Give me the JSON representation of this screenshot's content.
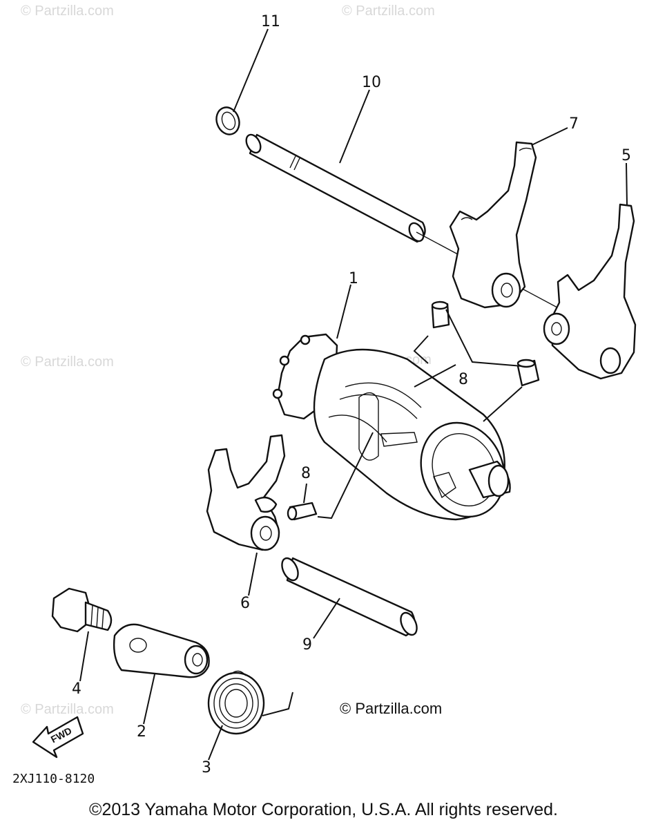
{
  "watermarks": [
    "© Partzilla.com",
    "© Partzilla.com",
    "© Partzilla.com",
    "© Partzilla.com",
    "© Partzilla.com",
    "© Partzilla.com"
  ],
  "callouts": {
    "n1": "1",
    "n2": "2",
    "n3": "3",
    "n4": "4",
    "n5": "5",
    "n6": "6",
    "n7": "7",
    "n8a": "8",
    "n8b": "8",
    "n9": "9",
    "n10": "10",
    "n11": "11"
  },
  "partzilla_mark": "© Partzilla.com",
  "fwd_label": "FWD",
  "diagram_code": "2XJ110-8120",
  "copyright": "©2013 Yamaha Motor Corporation, U.S.A. All rights reserved."
}
